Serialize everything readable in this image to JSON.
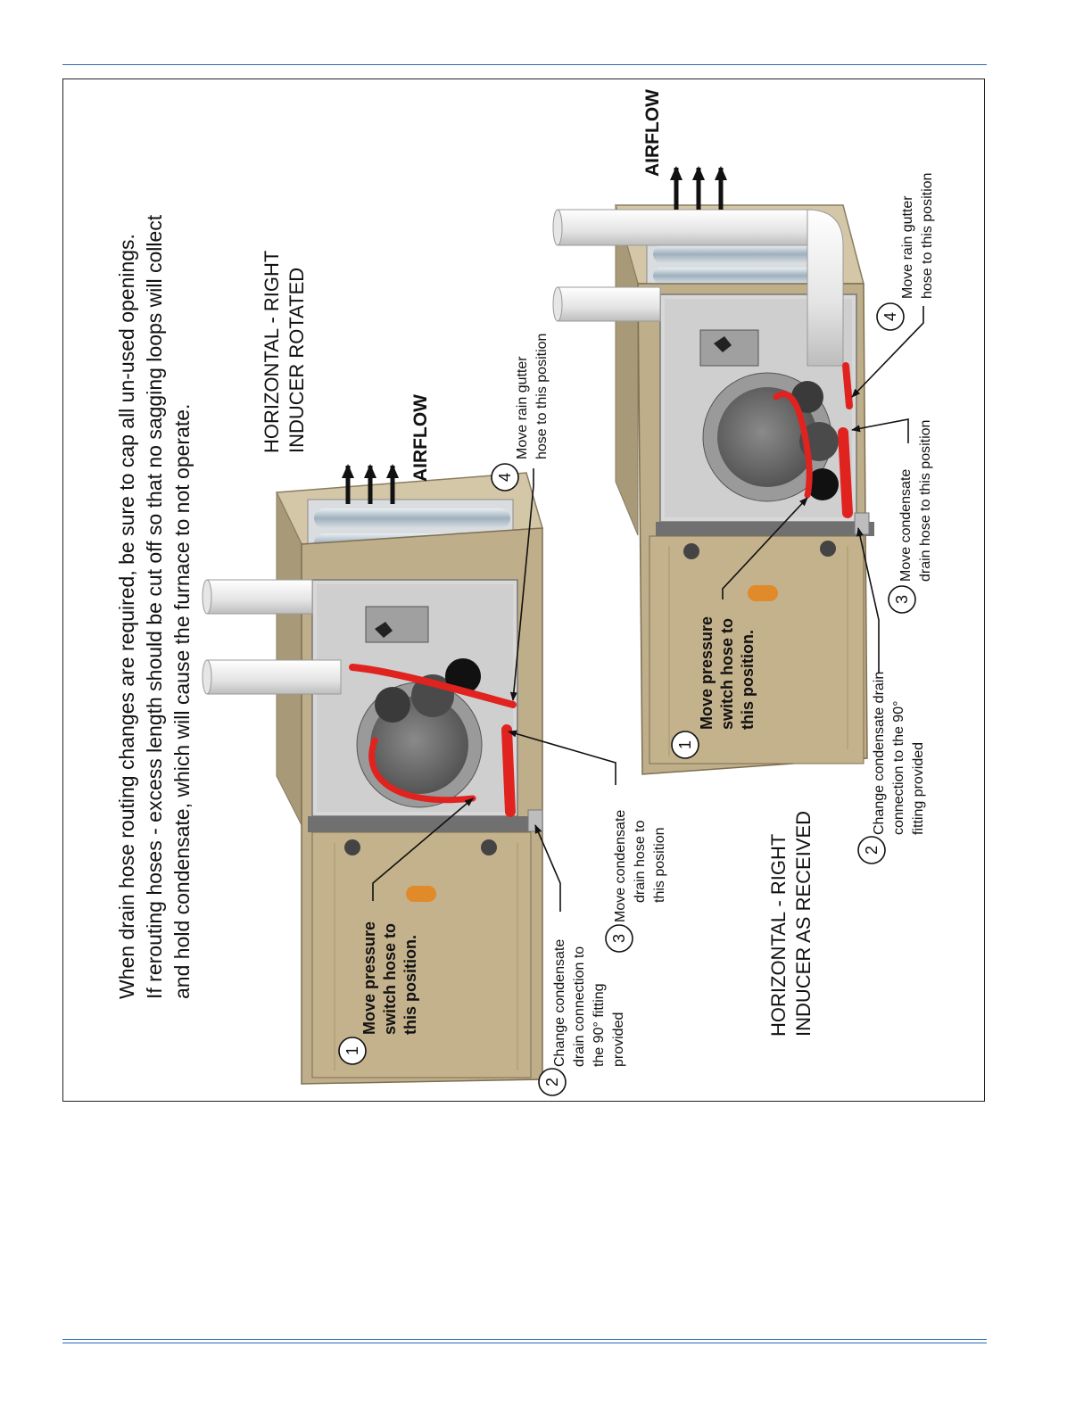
{
  "figure": {
    "instruction": [
      "When drain hose routing changes are required, be sure to cap all un-used openings.",
      "If rerouting hoses - excess length should be cut off so that no sagging loops will collect",
      "and hold condensate, which will cause the furnace to not operate."
    ],
    "left_unit": {
      "title": [
        "HORIZONTAL - RIGHT",
        "INDUCER ROTATED"
      ],
      "airflow": "AIRFLOW",
      "callouts": [
        {
          "num": "1",
          "lines": [
            "Move pressure",
            "switch hose to",
            "this position."
          ]
        },
        {
          "num": "2",
          "lines": [
            "Change condensate",
            "drain connection to",
            "the 90° fitting",
            "provided"
          ]
        },
        {
          "num": "3",
          "lines": [
            "Move condensate",
            "drain hose to",
            "this position"
          ]
        },
        {
          "num": "4",
          "lines": [
            "Move rain gutter",
            "hose to this position"
          ]
        }
      ]
    },
    "right_unit": {
      "title": [
        "HORIZONTAL - RIGHT",
        "INDUCER AS RECEIVED"
      ],
      "airflow": "AIRFLOW",
      "callouts": [
        {
          "num": "1",
          "lines": [
            "Move pressure",
            "switch hose to",
            "this position."
          ]
        },
        {
          "num": "2",
          "lines": [
            "Change condensate drain",
            "connection to the 90°",
            "fitting provided"
          ]
        },
        {
          "num": "3",
          "lines": [
            "Move condensate",
            "drain hose to this position"
          ]
        },
        {
          "num": "4",
          "lines": [
            "Move rain gutter",
            "hose to this position"
          ]
        }
      ]
    },
    "colors": {
      "cabinet": "#bfae8a",
      "hose": "#e0231f",
      "pipe": "#f2f2f2",
      "blower": "#6e6e6e",
      "rule": "#2a6bb3"
    }
  }
}
